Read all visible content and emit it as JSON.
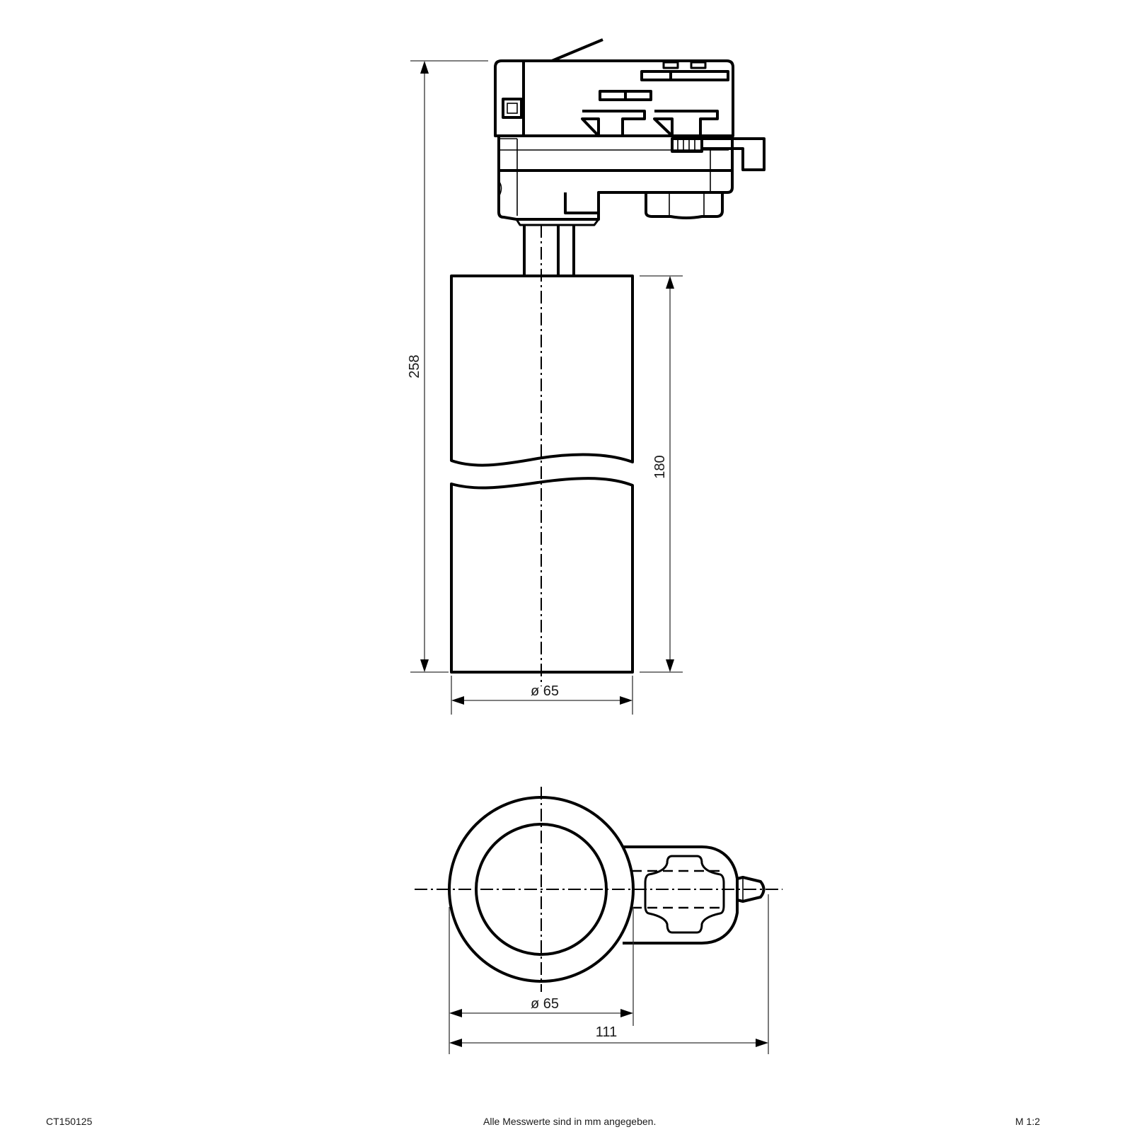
{
  "drawing": {
    "title": "Track spotlight dimension drawing",
    "views": [
      "side-view",
      "top-view"
    ],
    "dimensions": {
      "total_height": "258",
      "body_height": "180",
      "side_diameter": "ø 65",
      "top_diameter": "ø 65",
      "total_width": "111"
    },
    "unit": "mm"
  },
  "footer": {
    "article_number": "CT150125",
    "note": "Alle Messwerte sind in mm angegeben.",
    "scale": "M 1:2"
  },
  "colors": {
    "line": "#000000",
    "background": "#ffffff"
  }
}
